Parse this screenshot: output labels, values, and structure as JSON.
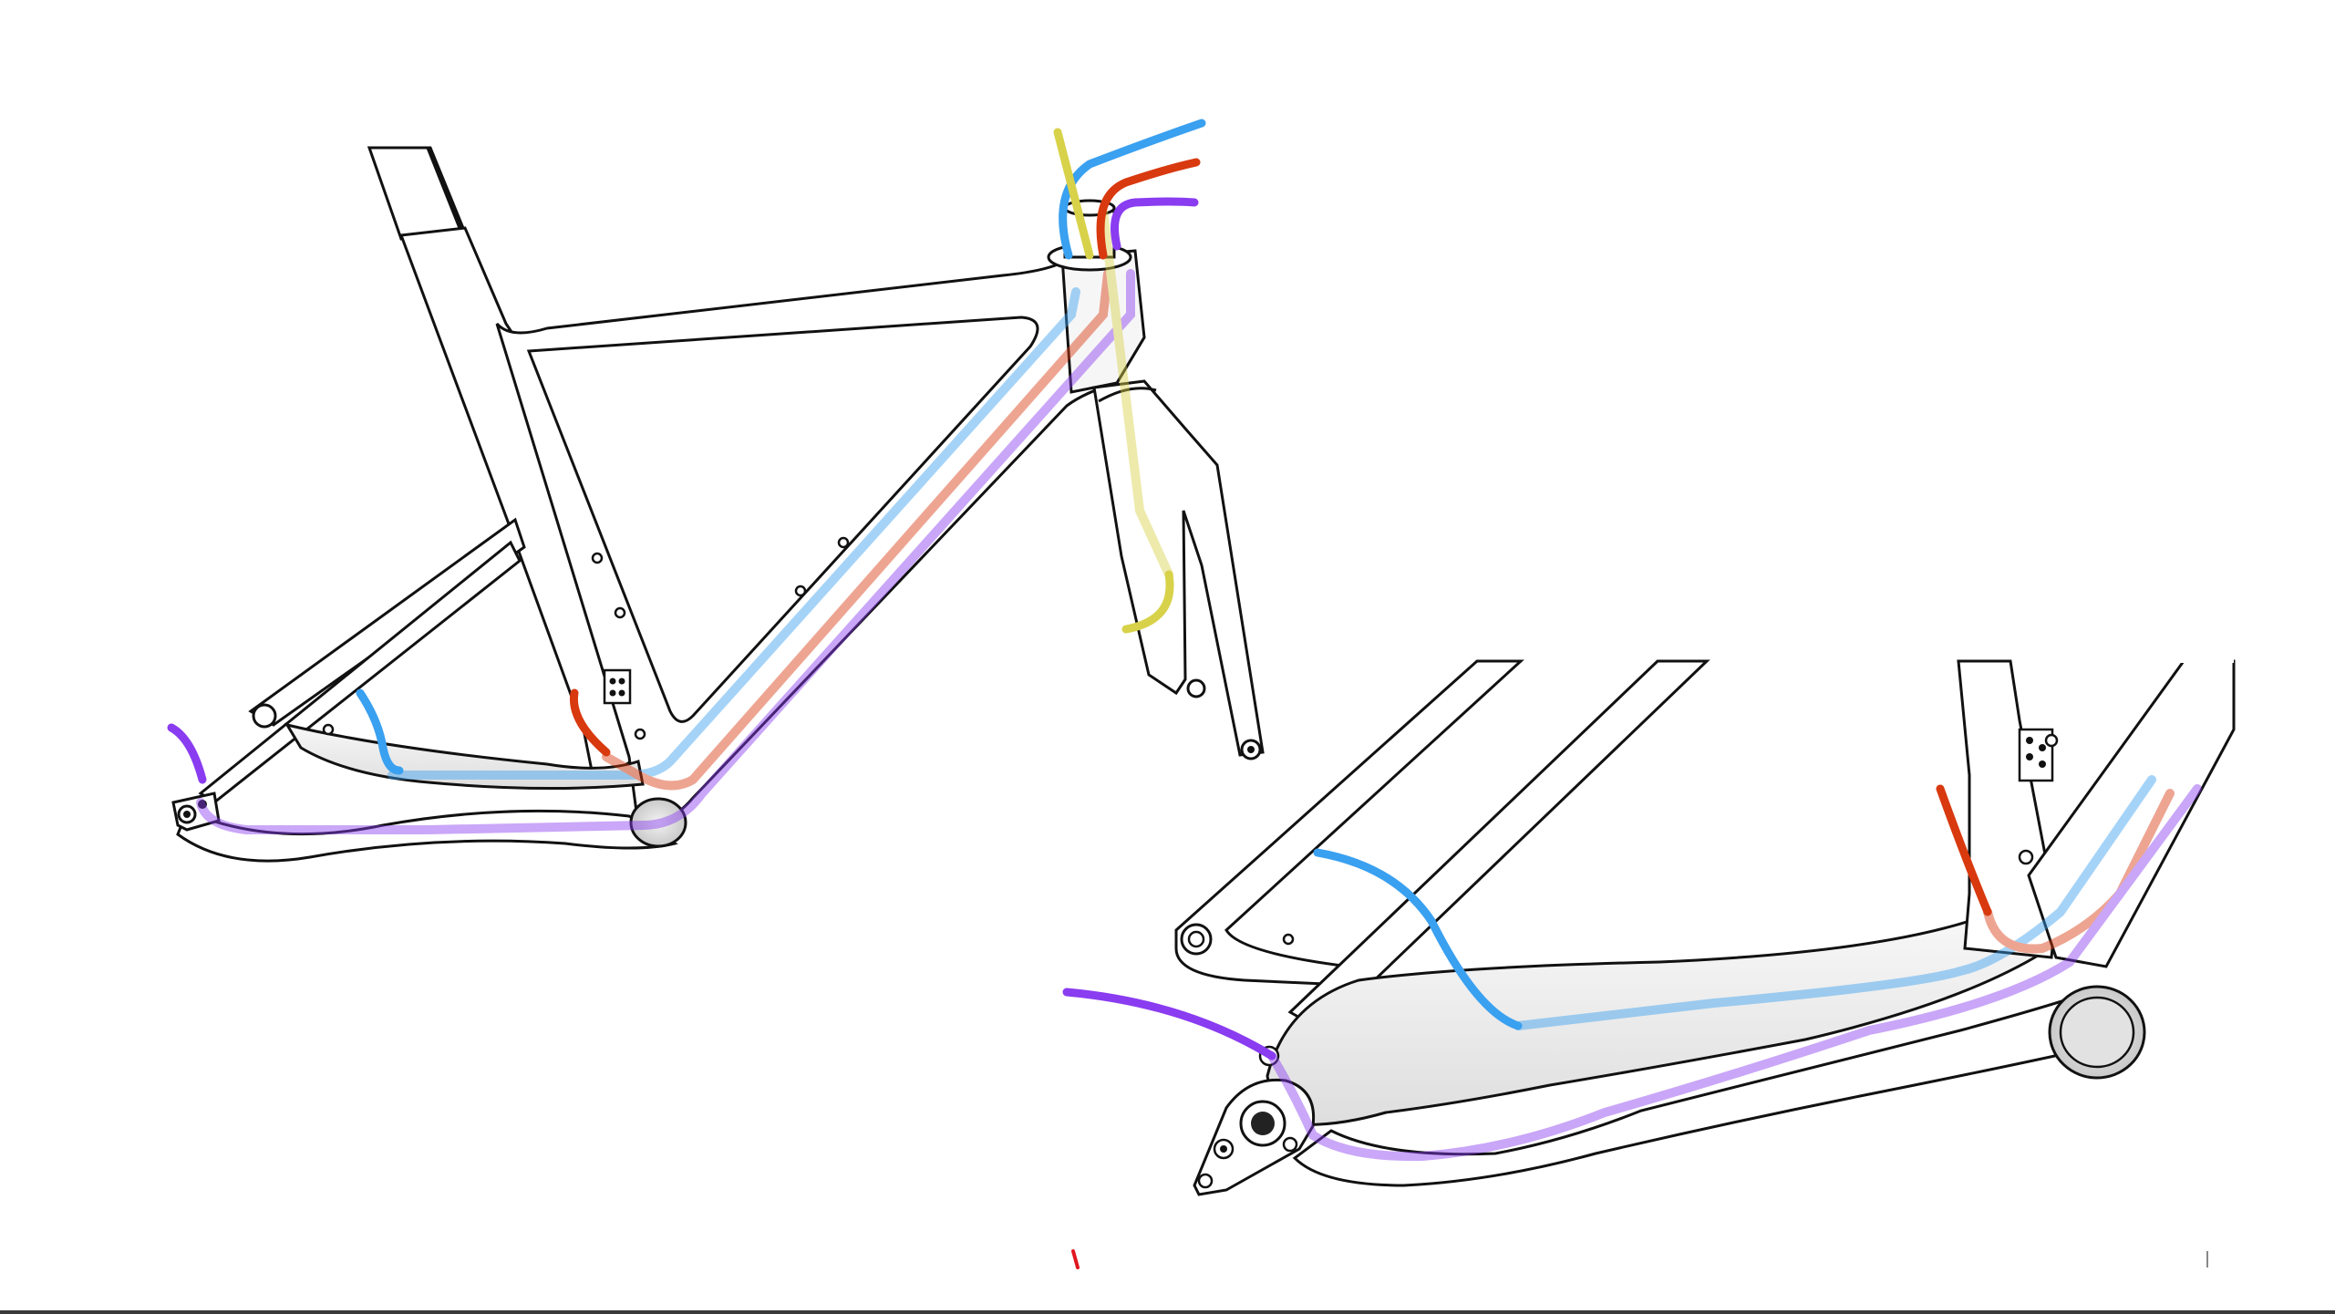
{
  "colors": {
    "background": "#ffffff",
    "frame_fill": "#ffffff",
    "frame_shade": "#ececec",
    "frame_outline": "#111111",
    "cable_blue": "#3aa0f0",
    "cable_red": "#d8390f",
    "cable_purple": "#8a3cf0",
    "cable_yellow": "#d8d24a",
    "brand_mark": "#e0161e",
    "page_rule": "#3a3a3a"
  },
  "diagram": {
    "views": [
      {
        "name": "full-frame-side-view",
        "description_shown": false
      },
      {
        "name": "rear-triangle-closeup",
        "description_shown": false
      }
    ],
    "cables": [
      {
        "name": "blue-cable",
        "color_key": "cable_blue"
      },
      {
        "name": "red-cable",
        "color_key": "cable_red"
      },
      {
        "name": "purple-cable",
        "color_key": "cable_purple"
      },
      {
        "name": "yellow-cable",
        "color_key": "cable_yellow"
      }
    ]
  },
  "footer": {
    "brand_mark_icon": "red-slash-mark-icon",
    "page_tick_icon": "page-tick-icon"
  }
}
